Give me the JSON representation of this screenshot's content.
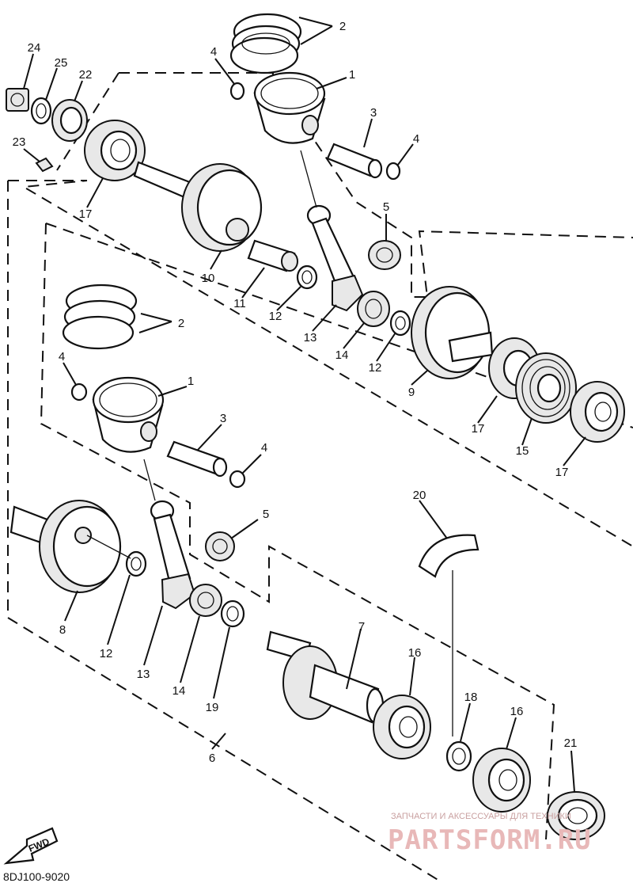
{
  "diagram_code": "8DJ100-9020",
  "fwd_label": "FWD",
  "watermark": {
    "caption": "ЗАПЧАСТИ И АКСЕССУАРЫ ДЛЯ ТЕХНИКИ",
    "brand": "PARTSFORM.RU"
  },
  "callouts": [
    {
      "id": "c2a",
      "text": "2"
    },
    {
      "id": "c24",
      "text": "24"
    },
    {
      "id": "c25",
      "text": "25"
    },
    {
      "id": "c22",
      "text": "22"
    },
    {
      "id": "c4a",
      "text": "4"
    },
    {
      "id": "c1a",
      "text": "1"
    },
    {
      "id": "c23",
      "text": "23"
    },
    {
      "id": "c3a",
      "text": "3"
    },
    {
      "id": "c4b",
      "text": "4"
    },
    {
      "id": "c17a",
      "text": "17"
    },
    {
      "id": "c5a",
      "text": "5"
    },
    {
      "id": "c10",
      "text": "10"
    },
    {
      "id": "c11",
      "text": "11"
    },
    {
      "id": "c12a",
      "text": "12"
    },
    {
      "id": "c13a",
      "text": "13"
    },
    {
      "id": "c14a",
      "text": "14"
    },
    {
      "id": "c12b",
      "text": "12"
    },
    {
      "id": "c9",
      "text": "9"
    },
    {
      "id": "c2b",
      "text": "2"
    },
    {
      "id": "c4c",
      "text": "4"
    },
    {
      "id": "c1b",
      "text": "1"
    },
    {
      "id": "c17b",
      "text": "17"
    },
    {
      "id": "c15",
      "text": "15"
    },
    {
      "id": "c17c",
      "text": "17"
    },
    {
      "id": "c3b",
      "text": "3"
    },
    {
      "id": "c4d",
      "text": "4"
    },
    {
      "id": "c20",
      "text": "20"
    },
    {
      "id": "c5b",
      "text": "5"
    },
    {
      "id": "c8",
      "text": "8"
    },
    {
      "id": "c12c",
      "text": "12"
    },
    {
      "id": "c13b",
      "text": "13"
    },
    {
      "id": "c14b",
      "text": "14"
    },
    {
      "id": "c19",
      "text": "19"
    },
    {
      "id": "c7",
      "text": "7"
    },
    {
      "id": "c16a",
      "text": "16"
    },
    {
      "id": "c18",
      "text": "18"
    },
    {
      "id": "c16b",
      "text": "16"
    },
    {
      "id": "c21",
      "text": "21"
    },
    {
      "id": "c6",
      "text": "6"
    }
  ]
}
